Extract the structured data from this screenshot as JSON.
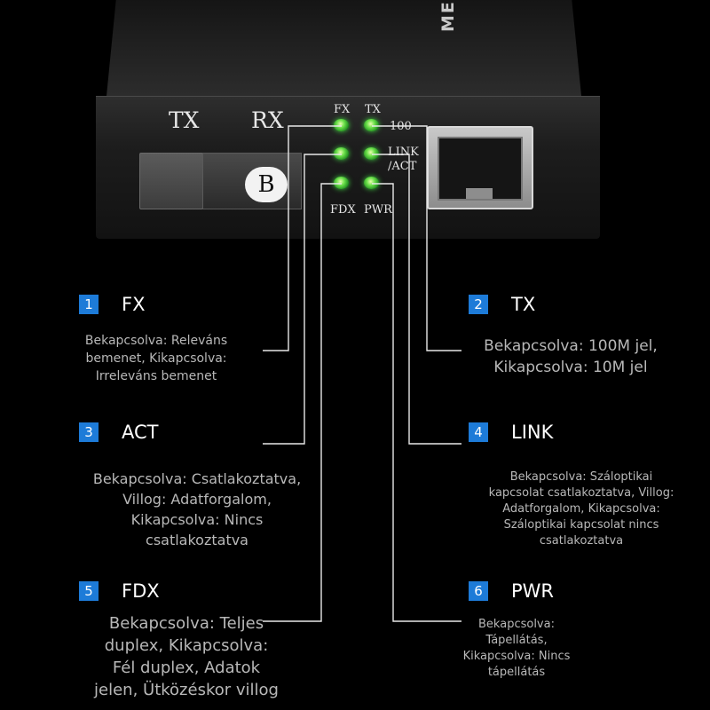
{
  "device": {
    "top_label": "MEDIA C",
    "port_tx": "TX",
    "port_rx": "RX",
    "port_badge": "B",
    "led_labels": {
      "fx": "FX",
      "tx": "TX",
      "speed": "100",
      "link": "LINK",
      "act": "/ACT",
      "fdx": "FDX",
      "pwr": "PWR"
    },
    "led_color": "#5ad64a"
  },
  "accent_color": "#1d7bd8",
  "callouts": [
    {
      "num": "1",
      "title": "FX",
      "text": "Bekapcsolva: Releváns\nbemenet, Kikapcsolva:\nIrreleváns bemenet"
    },
    {
      "num": "2",
      "title": "TX",
      "text": "Bekapcsolva: 100M jel,\nKikapcsolva: 10M jel"
    },
    {
      "num": "3",
      "title": "ACT",
      "text": "Bekapcsolva: Csatlakoztatva,\nVillog: Adatforgalom,\nKikapcsolva: Nincs\ncsatlakoztatva"
    },
    {
      "num": "4",
      "title": "LINK",
      "text": "Bekapcsolva: Száloptikai\nkapcsolat csatlakoztatva, Villog:\nAdatforgalom, Kikapcsolva:\nSzáloptikai kapcsolat nincs\ncsatlakoztatva"
    },
    {
      "num": "5",
      "title": "FDX",
      "text": "Bekapcsolva: Teljes\nduplex, Kikapcsolva:\nFél duplex, Adatok\njelen, Ütközéskor villog"
    },
    {
      "num": "6",
      "title": "PWR",
      "text": "Bekapcsolva:\nTápellátás,\nKikapcsolva: Nincs\ntápellátás"
    }
  ]
}
